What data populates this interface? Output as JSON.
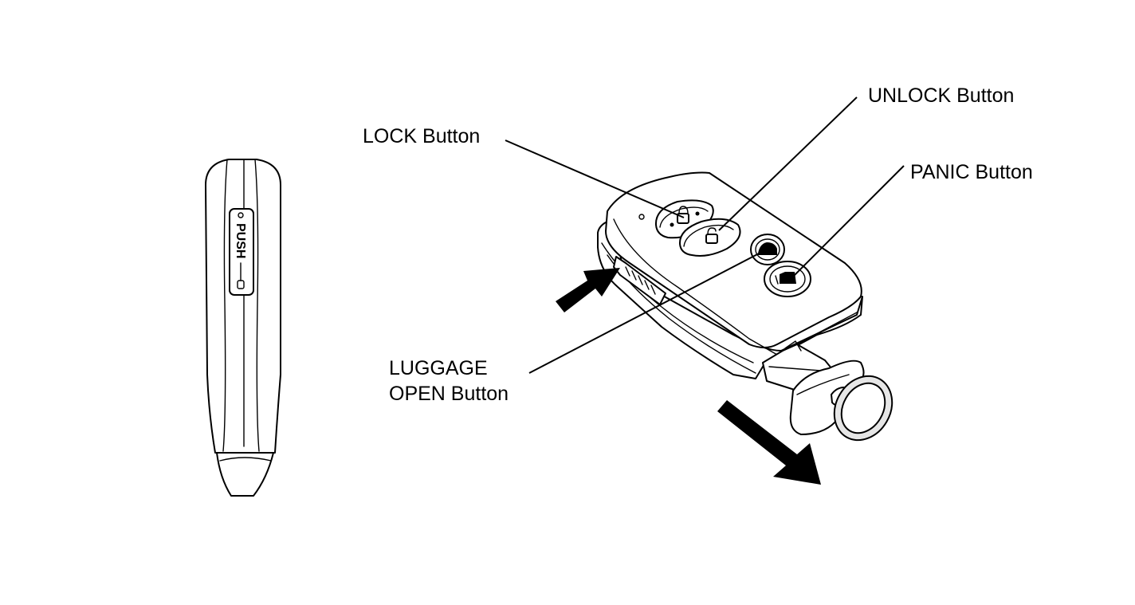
{
  "labels": {
    "lock": "LOCK Button",
    "unlock": "UNLOCK Button",
    "panic": "PANIC Button",
    "luggage_line1": "LUGGAGE",
    "luggage_line2": "OPEN Button"
  },
  "side_view": {
    "push_text": "PUSH"
  },
  "colors": {
    "ink": "#000000",
    "paper": "#ffffff",
    "ring_fill": "#e6e6e6"
  }
}
